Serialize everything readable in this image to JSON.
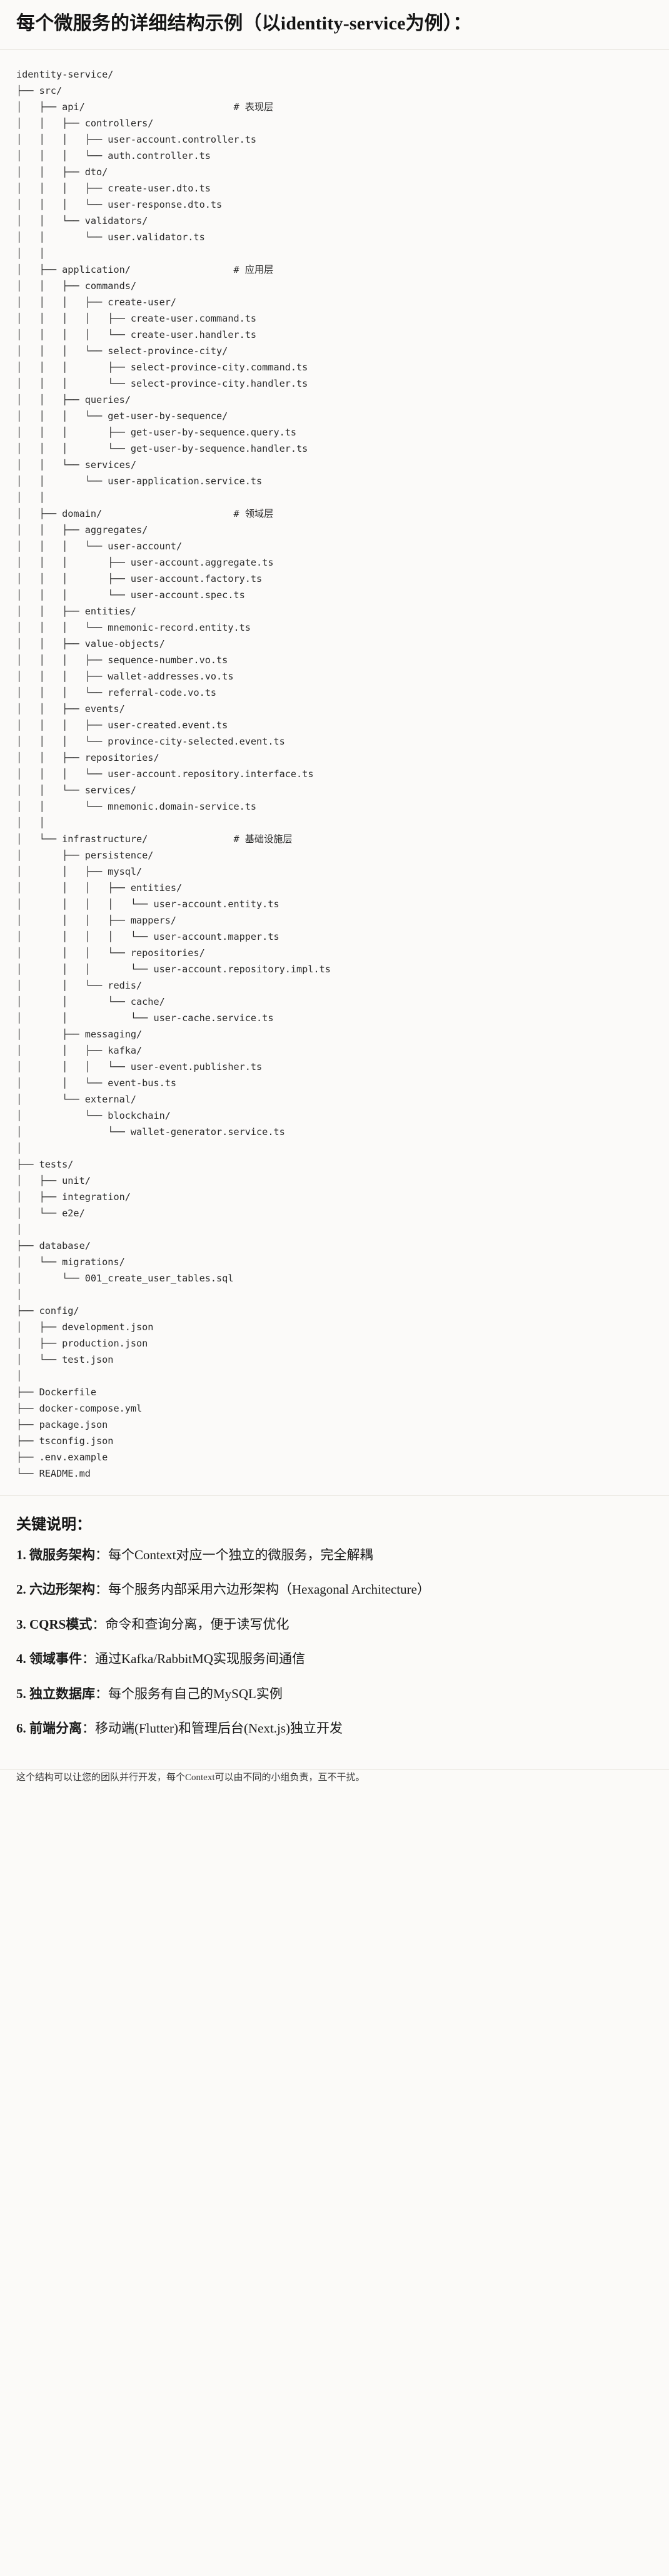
{
  "header": {
    "title": "每个微服务的详细结构示例（以identity-service为例）："
  },
  "code_block": {
    "language": "text",
    "tree_text": "identity-service/\n├── src/\n│   ├── api/                          # 表现层\n│   │   ├── controllers/\n│   │   │   ├── user-account.controller.ts\n│   │   │   └── auth.controller.ts\n│   │   ├── dto/\n│   │   │   ├── create-user.dto.ts\n│   │   │   └── user-response.dto.ts\n│   │   └── validators/\n│   │       └── user.validator.ts\n│   │\n│   ├── application/                  # 应用层\n│   │   ├── commands/\n│   │   │   ├── create-user/\n│   │   │   │   ├── create-user.command.ts\n│   │   │   │   └── create-user.handler.ts\n│   │   │   └── select-province-city/\n│   │   │       ├── select-province-city.command.ts\n│   │   │       └── select-province-city.handler.ts\n│   │   ├── queries/\n│   │   │   └── get-user-by-sequence/\n│   │   │       ├── get-user-by-sequence.query.ts\n│   │   │       └── get-user-by-sequence.handler.ts\n│   │   └── services/\n│   │       └── user-application.service.ts\n│   │\n│   ├── domain/                       # 领域层\n│   │   ├── aggregates/\n│   │   │   └── user-account/\n│   │   │       ├── user-account.aggregate.ts\n│   │   │       ├── user-account.factory.ts\n│   │   │       └── user-account.spec.ts\n│   │   ├── entities/\n│   │   │   └── mnemonic-record.entity.ts\n│   │   ├── value-objects/\n│   │   │   ├── sequence-number.vo.ts\n│   │   │   ├── wallet-addresses.vo.ts\n│   │   │   └── referral-code.vo.ts\n│   │   ├── events/\n│   │   │   ├── user-created.event.ts\n│   │   │   └── province-city-selected.event.ts\n│   │   ├── repositories/\n│   │   │   └── user-account.repository.interface.ts\n│   │   └── services/\n│   │       └── mnemonic.domain-service.ts\n│   │\n│   └── infrastructure/               # 基础设施层\n│       ├── persistence/\n│       │   ├── mysql/\n│       │   │   ├── entities/\n│       │   │   │   └── user-account.entity.ts\n│       │   │   ├── mappers/\n│       │   │   │   └── user-account.mapper.ts\n│       │   │   └── repositories/\n│       │   │       └── user-account.repository.impl.ts\n│       │   └── redis/\n│       │       └── cache/\n│       │           └── user-cache.service.ts\n│       ├── messaging/\n│       │   ├── kafka/\n│       │   │   └── user-event.publisher.ts\n│       │   └── event-bus.ts\n│       └── external/\n│           └── blockchain/\n│               └── wallet-generator.service.ts\n│\n├── tests/\n│   ├── unit/\n│   ├── integration/\n│   └── e2e/\n│\n├── database/\n│   └── migrations/\n│       └── 001_create_user_tables.sql\n│\n├── config/\n│   ├── development.json\n│   ├── production.json\n│   └── test.json\n│\n├── Dockerfile\n├── docker-compose.yml\n├── package.json\n├── tsconfig.json\n├── .env.example\n└── README.md",
    "layer_comments": [
      {
        "path": "src/api/",
        "comment": "# 表现层"
      },
      {
        "path": "src/application/",
        "comment": "# 应用层"
      },
      {
        "path": "src/domain/",
        "comment": "# 领域层"
      },
      {
        "path": "src/infrastructure/",
        "comment": "# 基础设施层"
      }
    ],
    "root": "identity-service/"
  },
  "notes": {
    "title": "关键说明：",
    "items": [
      {
        "index": "1.",
        "name": "微服务架构",
        "sep": "：",
        "desc": "每个Context对应一个独立的微服务，完全解耦"
      },
      {
        "index": "2.",
        "name": "六边形架构",
        "sep": "：",
        "desc": "每个服务内部采用六边形架构（Hexagonal Architecture）"
      },
      {
        "index": "3.",
        "name": "CQRS模式",
        "sep": "：",
        "desc": "命令和查询分离，便于读写优化"
      },
      {
        "index": "4.",
        "name": "领域事件",
        "sep": "：",
        "desc": "通过Kafka/RabbitMQ实现服务间通信"
      },
      {
        "index": "5.",
        "name": "独立数据库",
        "sep": "：",
        "desc": "每个服务有自己的MySQL实例"
      },
      {
        "index": "6.",
        "name": "前端分离",
        "sep": "：",
        "desc": "移动端(Flutter)和管理后台(Next.js)独立开发"
      }
    ],
    "closing": "这个结构可以让您的团队并行开发，每个Context可以由不同的小组负责，互不干扰。"
  },
  "colors": {
    "page_bg": "#fbfaf8",
    "code_bg": "#fbfaf9",
    "text": "#1f1f1f",
    "code_text": "#2b2b2b",
    "rule": "#e6e3dd"
  }
}
